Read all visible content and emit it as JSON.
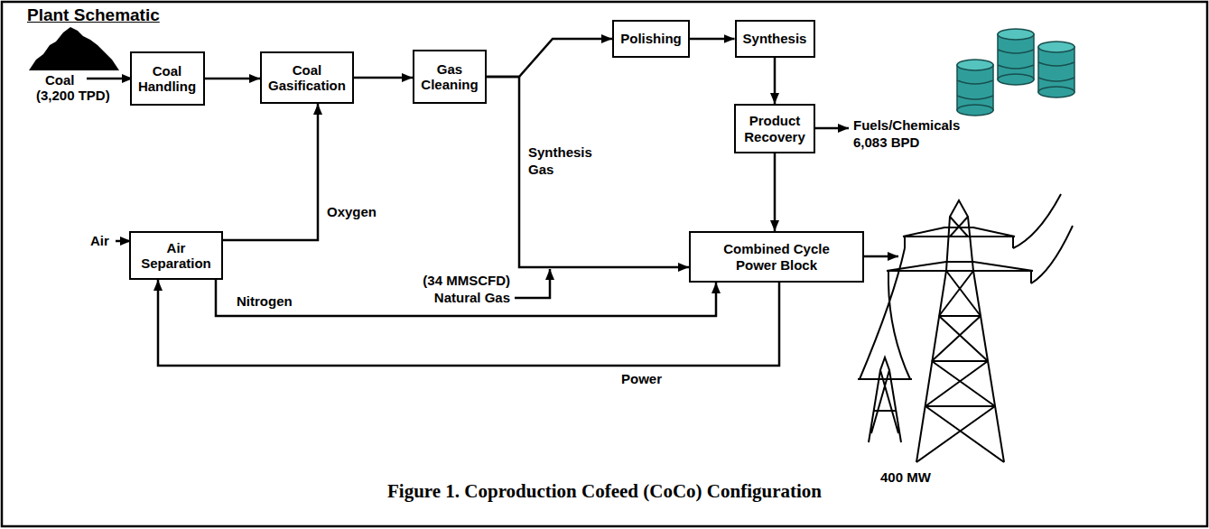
{
  "diagram": {
    "title": "Plant Schematic",
    "caption": "Figure 1. Coproduction Cofeed (CoCo) Configuration",
    "nodes": [
      {
        "text": [
          "Coal Handling"
        ]
      },
      {
        "text": [
          "Coal Gasification"
        ]
      },
      {
        "text": [
          "Gas Cleaning"
        ]
      },
      {
        "text": [
          "Polishing"
        ]
      },
      {
        "text": [
          "Synthesis"
        ]
      },
      {
        "text": [
          "Product Recovery"
        ]
      },
      {
        "text": [
          "Air Separation"
        ]
      },
      {
        "text": [
          "Combined Cycle Power Block"
        ]
      }
    ],
    "edges": [
      {
        "from": 0,
        "to": 1,
        "arrow": "to"
      },
      {
        "from": 1,
        "to": 2,
        "arrow": "to"
      },
      {
        "from": 2,
        "to": 3,
        "arrow": "to"
      },
      {
        "from": 2,
        "to": 7,
        "arrow": "to"
      },
      {
        "from": 3,
        "to": 4,
        "arrow": "to"
      },
      {
        "from": 4,
        "to": 5,
        "arrow": "to"
      },
      {
        "from": 5,
        "to": 7,
        "arrow": "to"
      },
      {
        "from": 6,
        "to": 1,
        "arrow": "to",
        "label": "Oxygen"
      },
      {
        "from": 6,
        "to": 7,
        "arrow": "to",
        "label": "Nitrogen"
      },
      {
        "from": 7,
        "to": 6,
        "arrow": "to",
        "label": "Power"
      }
    ],
    "labels": [
      "Coal",
      "(3,200 TPD)",
      "Air",
      "Synthesis Gas",
      "(34 MMSCFD) Natural Gas",
      "Fuels/Chemicals 6,083 BPD",
      "400 MW"
    ]
  }
}
